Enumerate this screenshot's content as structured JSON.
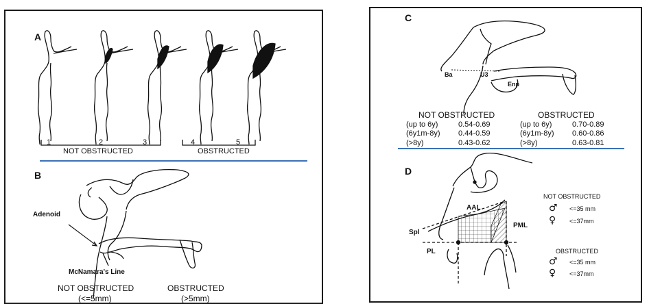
{
  "panels": {
    "a": {
      "letter": "A",
      "stage_labels": [
        "1",
        "2",
        "3",
        "4",
        "5"
      ],
      "group_not": "NOT OBSTRUCTED",
      "group_obs": "OBSTRUCTED"
    },
    "b": {
      "letter": "B",
      "adenoid": "Adenoid",
      "mcnamara": "McNamara's Line",
      "not_obstructed": "NOT OBSTRUCTED",
      "not_value": "(<=5mm)",
      "obstructed": "OBSTRUCTED",
      "obs_value": "(>5mm)"
    },
    "c": {
      "letter": "C",
      "ba": "Ba",
      "u3": "U3",
      "enp": "Enp",
      "not_header": "NOT OBSTRUCTED",
      "obs_header": "OBSTRUCTED",
      "not_rows": [
        {
          "age": "(up to 6y)",
          "range": "0.54-0.69"
        },
        {
          "age": "(6y1m-8y)",
          "range": "0.44-0.59"
        },
        {
          "age": "(>8y)",
          "range": "0.43-0.62"
        }
      ],
      "obs_rows": [
        {
          "age": "(up to 6y)",
          "range": "0.70-0.89"
        },
        {
          "age": "(6y1m-8y)",
          "range": "0.60-0.86"
        },
        {
          "age": "(>8y)",
          "range": "0.63-0.81"
        }
      ]
    },
    "d": {
      "letter": "D",
      "aal": "AAL",
      "pml": "PML",
      "spl": "Spl",
      "pl": "PL",
      "not_obstructed": "NOT OBSTRUCTED",
      "obstructed": "OBSTRUCTED",
      "male_symbol": "♂",
      "female_symbol": "♀",
      "not_male": "<=35 mm",
      "not_female": "<=37mm",
      "obs_male": "<=35 mm",
      "obs_female": "<=37mm"
    }
  },
  "colors": {
    "divider": "#3b6fb6",
    "ink": "#111111"
  }
}
